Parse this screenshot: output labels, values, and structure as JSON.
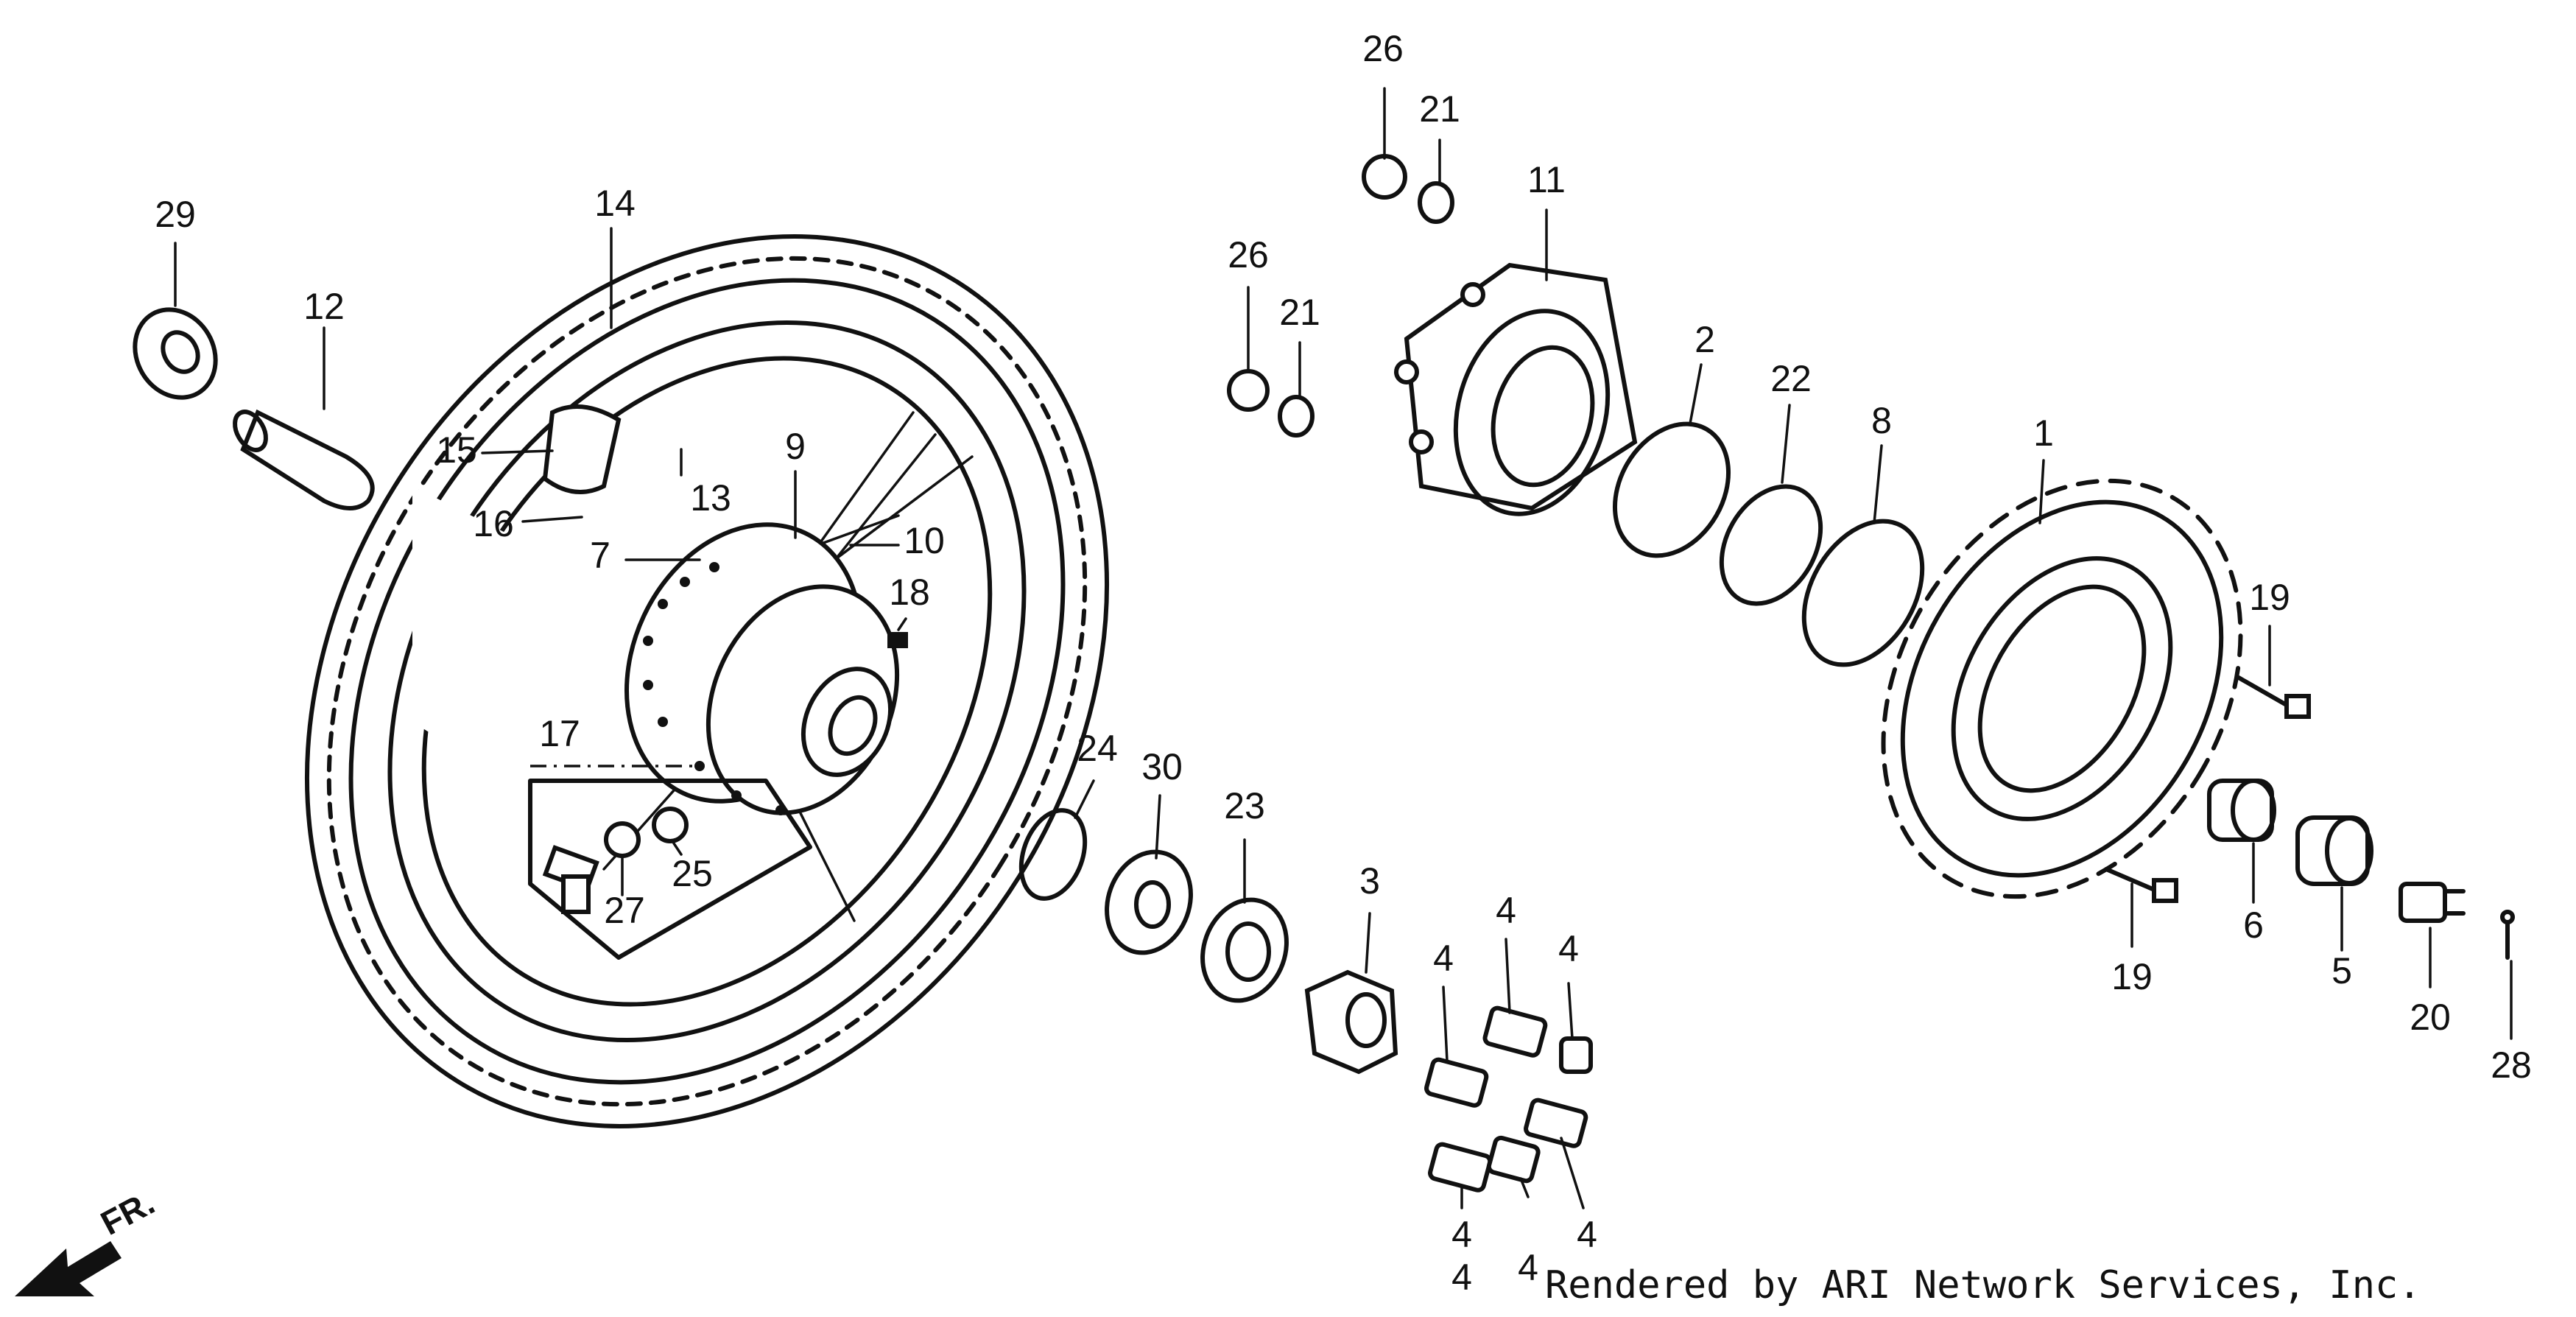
{
  "callouts": {
    "c1": "1",
    "c2": "2",
    "c3": "3",
    "c4a": "4",
    "c4b": "4",
    "c4c": "4",
    "c4d": "4",
    "c4e": "4",
    "c4f": "4",
    "c4g": "4",
    "c5": "5",
    "c6": "6",
    "c7": "7",
    "c8": "8",
    "c9": "9",
    "c10": "10",
    "c11": "11",
    "c12": "12",
    "c13": "13",
    "c14": "14",
    "c15": "15",
    "c16": "16",
    "c17": "17",
    "c18": "18",
    "c19a": "19",
    "c19b": "19",
    "c20": "20",
    "c21a": "21",
    "c21b": "21",
    "c22": "22",
    "c23": "23",
    "c24": "24",
    "c25": "25",
    "c26a": "26",
    "c26b": "26",
    "c27": "27",
    "c28": "28",
    "c29": "29",
    "c30": "30"
  },
  "front_indicator": "FR.",
  "credit": "Rendered by ARI Network Services, Inc."
}
